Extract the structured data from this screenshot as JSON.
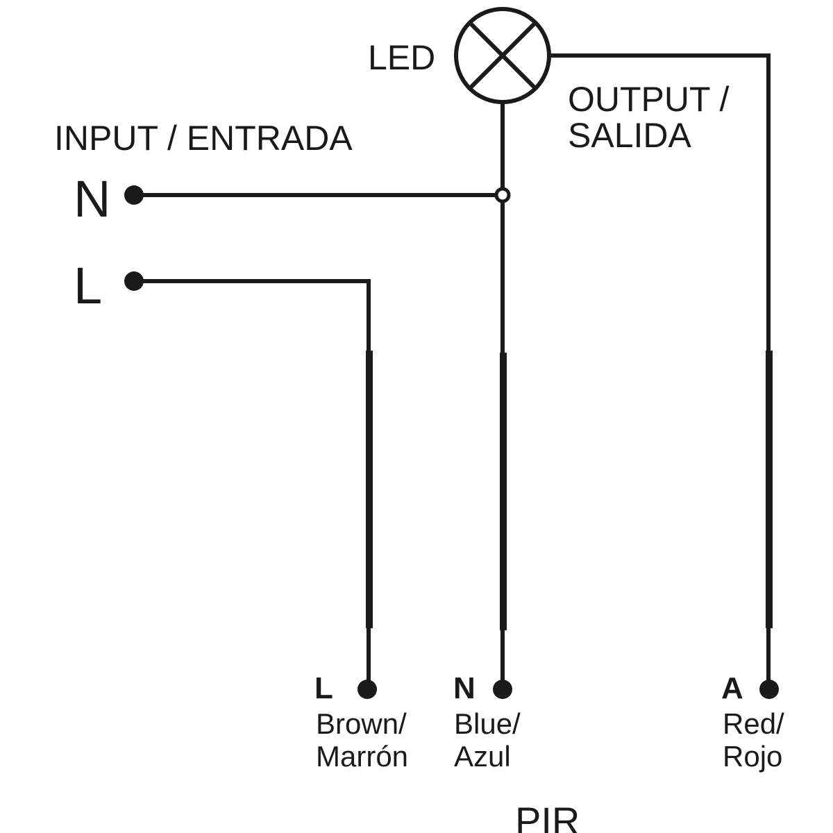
{
  "led": {
    "label": "LED"
  },
  "output": {
    "line1": "OUTPUT /",
    "line2": "SALIDA"
  },
  "input": {
    "title": "INPUT / ENTRADA",
    "neutral": "N",
    "line": "L"
  },
  "pir": {
    "label": "PIR",
    "terminals": [
      {
        "id": "L",
        "color_line1": "Brown/",
        "color_line2": "Marrón"
      },
      {
        "id": "N",
        "color_line1": "Blue/",
        "color_line2": "Azul"
      },
      {
        "id": "A",
        "color_line1": "Red/",
        "color_line2": "Rojo"
      }
    ]
  },
  "colors": {
    "ink": "#1a1a1a",
    "background": "#ffffff"
  }
}
